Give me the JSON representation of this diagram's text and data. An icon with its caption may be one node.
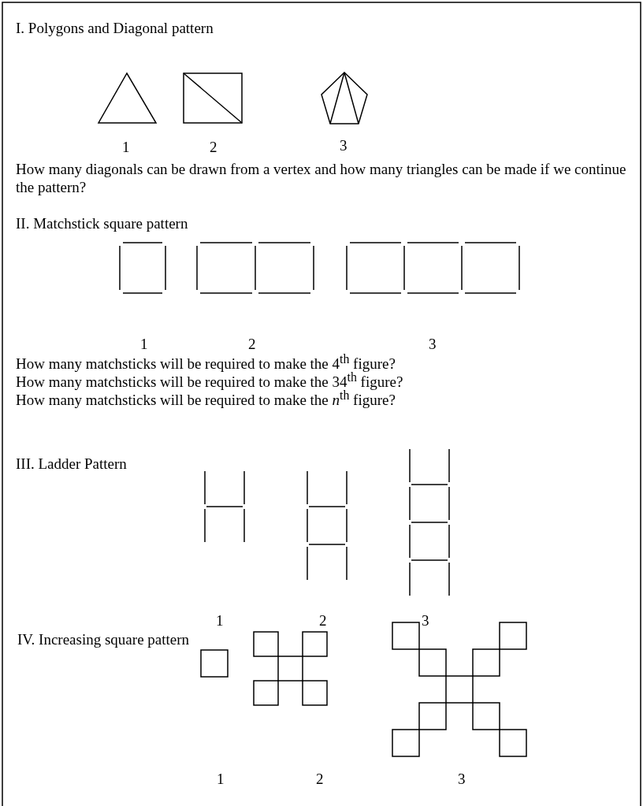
{
  "diagram": {
    "labels": [
      "I. Polygons and Diagonal pattern",
      "1",
      "2",
      "3",
      "How many diagonals can be drawn from a vertex and how many triangles can be made if we continue the pattern?",
      "II. Matchstick square pattern",
      "1",
      "2",
      "3",
      "How many matchsticks will be required to make the 4$^{th}$ figure?",
      "How many matchsticks will be required to make the 34$^{th}$ figure?",
      "How many matchsticks will be required to make the *n*$^{th}$ figure?",
      "III. Ladder Pattern",
      "1",
      "2",
      "3",
      "IV. Increasing square pattern",
      "1",
      "2",
      "3"
    ]
  }
}
